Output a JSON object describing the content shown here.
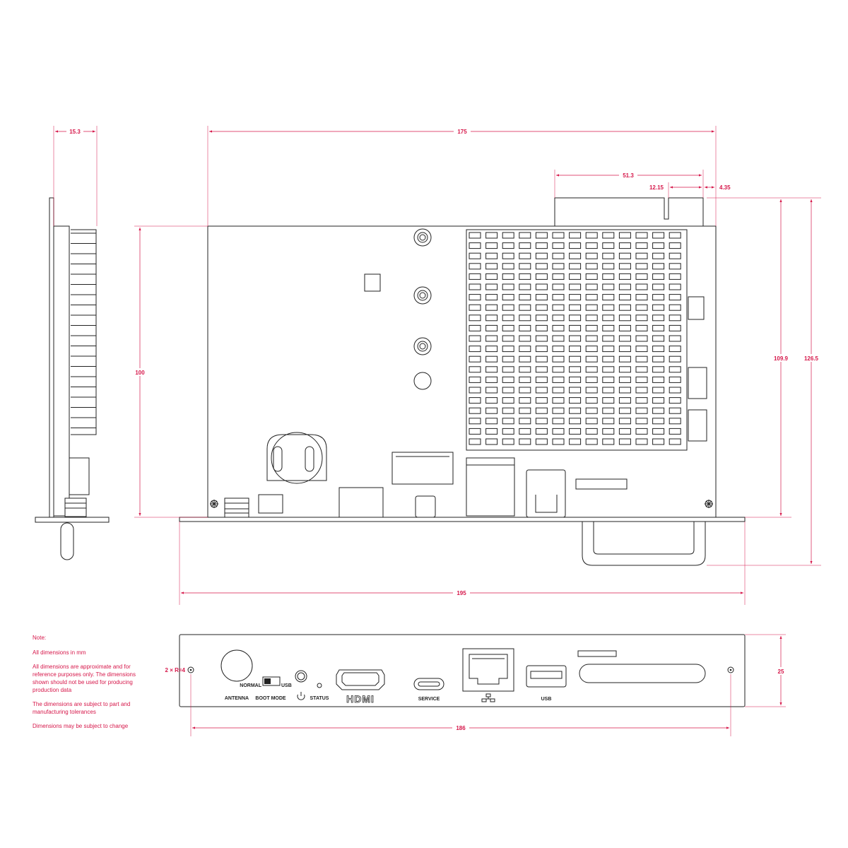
{
  "colors": {
    "dimension": "#d6174a",
    "outline": "#222222",
    "background": "#ffffff"
  },
  "dimensions": {
    "side_depth": "15.3",
    "top_width": "175",
    "connector_width": "51.3",
    "offset_a": "12.15",
    "offset_b": "4.35",
    "board_height": "100",
    "height_a": "109.9",
    "height_b": "126.5",
    "plate_width": "195",
    "front_width": "186",
    "front_height": "25",
    "hole_spec": "2 × R=4"
  },
  "front_labels": {
    "antenna": "ANTENNA",
    "boot_mode": "BOOT MODE",
    "normal": "NORMAL",
    "usb_switch": "USB",
    "status": "STATUS",
    "hdmi": "HDMI",
    "service": "SERVICE",
    "usb": "USB"
  },
  "notes": {
    "title": "Note:",
    "lines": [
      "All dimensions in mm",
      "All dimensions are approximate and for",
      "reference purposes only. The dimensions",
      "shown should not be used for producing",
      "production data",
      "The dimensions are subject to part and",
      "manufacturing tolerances",
      "Dimensions may be subject to change"
    ]
  },
  "icons": [
    "power-icon",
    "ethernet-icon",
    "mounting-screw-icon",
    "antenna-connector-icon"
  ]
}
